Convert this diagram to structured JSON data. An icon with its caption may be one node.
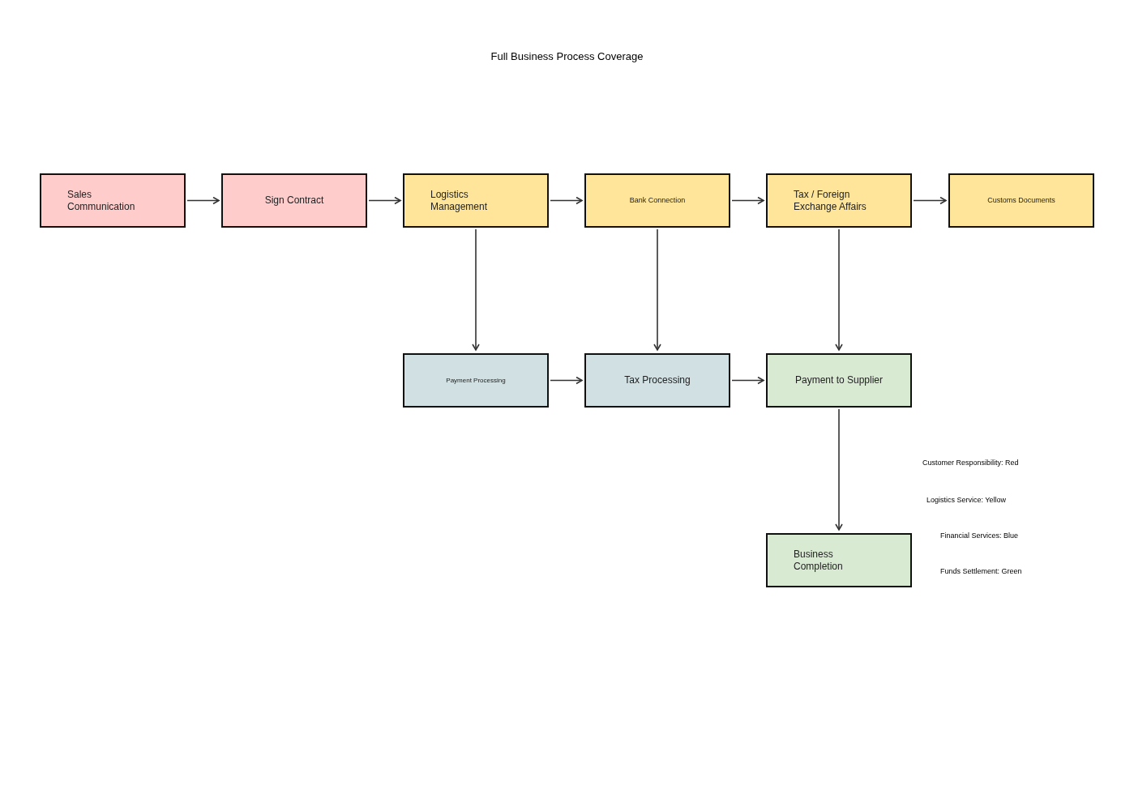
{
  "diagram": {
    "title": "Full Business Process Coverage",
    "nodes": [
      {
        "text": [
          "Sales Communication"
        ]
      },
      {
        "text": [
          "Sign Contract"
        ]
      },
      {
        "text": [
          "Logistics Management"
        ]
      },
      {
        "text": [
          "Bank Connection"
        ]
      },
      {
        "text": [
          "Tax / Foreign Exchange Affairs"
        ]
      },
      {
        "text": [
          "Customs Documents"
        ]
      },
      {
        "text": [
          "Payment Processing"
        ]
      },
      {
        "text": [
          "Tax Processing"
        ]
      },
      {
        "text": [
          "Payment to Supplier"
        ]
      },
      {
        "text": [
          "Business Completion"
        ]
      }
    ],
    "edges": [
      {
        "from": 0,
        "to": 1,
        "arrow": "to"
      },
      {
        "from": 1,
        "to": 2,
        "arrow": "to"
      },
      {
        "from": 2,
        "to": 3,
        "arrow": "to"
      },
      {
        "from": 3,
        "to": 4,
        "arrow": "to"
      },
      {
        "from": 4,
        "to": 5,
        "arrow": "to"
      },
      {
        "from": 2,
        "to": 6,
        "arrow": "to"
      },
      {
        "from": 3,
        "to": 7,
        "arrow": "to"
      },
      {
        "from": 4,
        "to": 8,
        "arrow": "to"
      },
      {
        "from": 6,
        "to": 7,
        "arrow": "to"
      },
      {
        "from": 7,
        "to": 8,
        "arrow": "to"
      },
      {
        "from": 8,
        "to": 9,
        "arrow": "to"
      }
    ],
    "labels": [
      "Customer Responsibility: Red",
      "Logistics Service: Yellow",
      "Financial Services: Blue",
      "Funds Settlement: Green"
    ]
  }
}
